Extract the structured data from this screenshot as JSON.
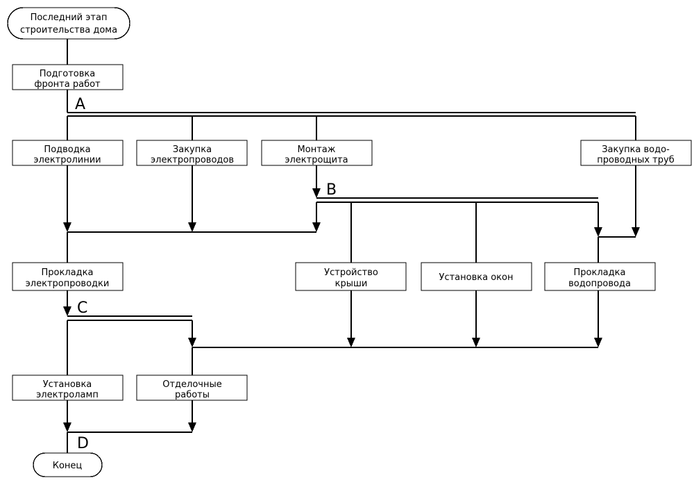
{
  "diagram": {
    "type": "flowchart",
    "language": "ru",
    "title_node": "Последний этап строительства дома",
    "end_node": "Конец",
    "colors": {
      "background": "#ffffff",
      "stroke": "#000000",
      "node_fill": "#ffffff",
      "text": "#000000"
    },
    "nodes": [
      {
        "id": "start",
        "shape": "oval",
        "line1": "Последний этап",
        "line2": "строительства дома"
      },
      {
        "id": "prep",
        "shape": "rect",
        "line1": "Подготовка",
        "line2": "фронта работ"
      },
      {
        "id": "n1",
        "shape": "rect",
        "line1": "Подводка",
        "line2": "электролинии"
      },
      {
        "id": "n2",
        "shape": "rect",
        "line1": "Закупка",
        "line2": "электропроводов"
      },
      {
        "id": "n3",
        "shape": "rect",
        "line1": "Монтаж",
        "line2": "электрощита"
      },
      {
        "id": "n4",
        "shape": "rect",
        "line1": "Закупка водо-",
        "line2": "проводных труб"
      },
      {
        "id": "n5",
        "shape": "rect",
        "line1": "Прокладка",
        "line2": "электропроводки"
      },
      {
        "id": "n6",
        "shape": "rect",
        "line1": "Устройство",
        "line2": "крыши"
      },
      {
        "id": "n7",
        "shape": "rect",
        "line1": "Установка окон",
        "line2": ""
      },
      {
        "id": "n8",
        "shape": "rect",
        "line1": "Прокладка",
        "line2": "водопровода"
      },
      {
        "id": "n9",
        "shape": "rect",
        "line1": "Установка",
        "line2": "электроламп"
      },
      {
        "id": "n10",
        "shape": "rect",
        "line1": "Отделочные",
        "line2": "работы"
      },
      {
        "id": "end",
        "shape": "oval",
        "line1": "Конец",
        "line2": ""
      }
    ],
    "bars": [
      {
        "id": "A",
        "label": "A"
      },
      {
        "id": "B",
        "label": "B"
      },
      {
        "id": "C",
        "label": "C"
      },
      {
        "id": "D",
        "label": "D"
      }
    ]
  }
}
